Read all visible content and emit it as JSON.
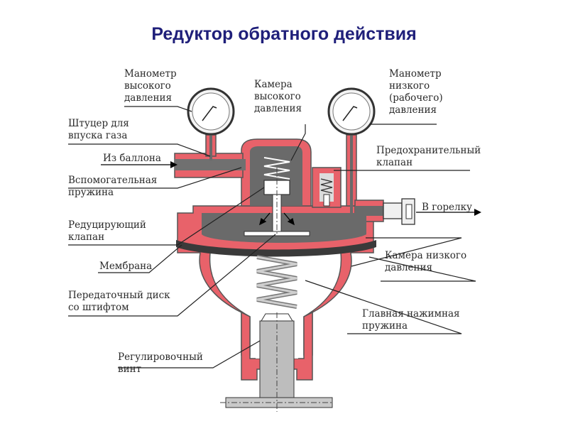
{
  "title": "Редуктор обратного действия",
  "labels": {
    "gauge_high": [
      "Манометр",
      "высокого",
      "давления"
    ],
    "chamber_high": [
      "Камера",
      "высокого",
      "давления"
    ],
    "gauge_low": [
      "Манометр",
      "низкого",
      "(рабочего)",
      "давления"
    ],
    "inlet_fitting": [
      "Штуцер для",
      "впуска газа"
    ],
    "from_cylinder": "Из баллона",
    "safety_valve": [
      "Предохранительный",
      "клапан"
    ],
    "aux_spring": [
      "Вспомогательная",
      "пружина"
    ],
    "to_burner": "В горелку",
    "reducing_valve": [
      "Редуцирующий",
      "клапан"
    ],
    "chamber_low": [
      "Камера низкого",
      "давления"
    ],
    "membrane": "Мембрана",
    "transfer_disk": [
      "Передаточный диск",
      "со штифтом"
    ],
    "main_spring": [
      "Главная нажимная",
      "пружина"
    ],
    "adjust_screw": [
      "Регулировочный",
      "винт"
    ]
  },
  "colors": {
    "body_red": "#e8626a",
    "body_outline": "#555555",
    "gray_fill": "#6a6a6a",
    "title": "#1f1f7a"
  }
}
